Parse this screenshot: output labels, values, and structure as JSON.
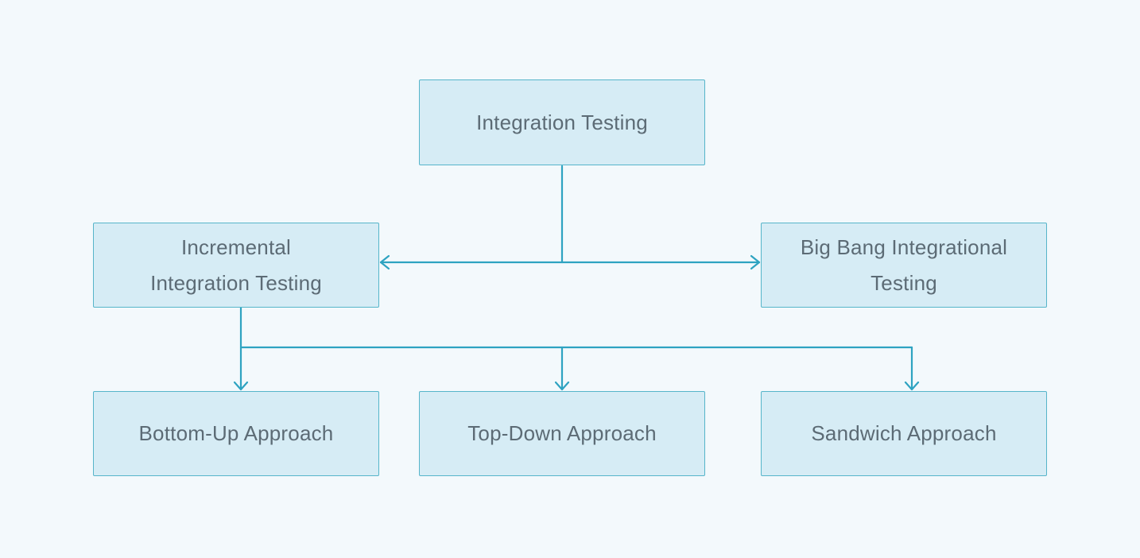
{
  "diagram": {
    "type": "flowchart",
    "nodes": {
      "root": {
        "lines": [
          "Integration Testing"
        ]
      },
      "incremental": {
        "lines": [
          "Incremental",
          "Integration Testing"
        ]
      },
      "big_bang": {
        "lines": [
          "Big Bang Integrational",
          "Testing"
        ]
      },
      "bottom_up": {
        "lines": [
          "Bottom-Up Approach"
        ]
      },
      "top_down": {
        "lines": [
          "Top-Down Approach"
        ]
      },
      "sandwich": {
        "lines": [
          "Sandwich Approach"
        ]
      }
    },
    "edges": [
      {
        "from": "Integration Testing",
        "to": "Incremental Integration Testing",
        "style": "arrow"
      },
      {
        "from": "Integration Testing",
        "to": "Big Bang Integrational Testing",
        "style": "arrow"
      },
      {
        "from": "Incremental Integration Testing",
        "to": "Bottom-Up Approach",
        "style": "arrow"
      },
      {
        "from": "Incremental Integration Testing",
        "to": "Top-Down Approach",
        "style": "arrow"
      },
      {
        "from": "Incremental Integration Testing",
        "to": "Sandwich Approach",
        "style": "arrow"
      }
    ],
    "colors": {
      "background": "#f3f9fc",
      "node_fill": "#d6ecf5",
      "node_border": "#56b5ca",
      "connector": "#2ea3c1",
      "text": "#5c6b75"
    }
  }
}
